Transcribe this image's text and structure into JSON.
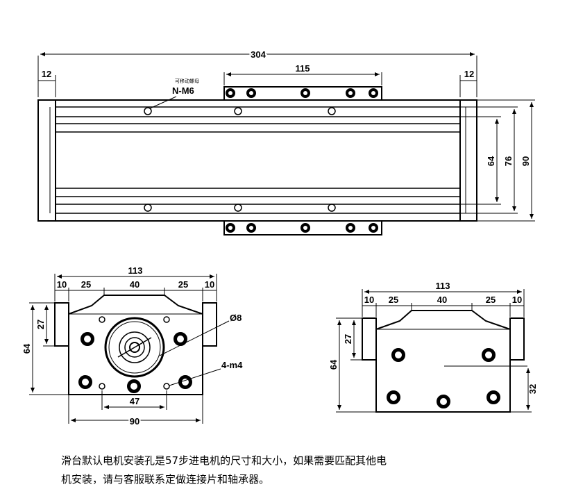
{
  "top_view": {
    "overall_length": "304",
    "end_block_left": "12",
    "end_block_right": "12",
    "carriage_width": "115",
    "height_inner": "64",
    "height_mid": "76",
    "height_total": "90",
    "nut_note": "可移动螺母",
    "nut_label": "N-M6"
  },
  "left_view": {
    "width_total": "113",
    "seg_10_left": "10",
    "seg_25_left": "25",
    "seg_40": "40",
    "seg_25_right": "25",
    "seg_10_right": "10",
    "tab_height": "27",
    "height_total": "64",
    "bore_diameter": "Ø8",
    "screw_label": "4-m4",
    "hole_spacing": "47",
    "base_width": "90"
  },
  "right_view": {
    "width_total": "113",
    "seg_10_left": "10",
    "seg_25_left": "25",
    "seg_40": "40",
    "seg_25_right": "25",
    "seg_10_right": "10",
    "tab_height": "27",
    "height_total": "64",
    "lower_height": "32"
  },
  "caption": {
    "line1": "滑台默认电机安装孔是57步进电机的尺寸和大小，如果需要匹配其他电",
    "line2": "机安装，请与客服联系定做连接片和轴承器。"
  }
}
